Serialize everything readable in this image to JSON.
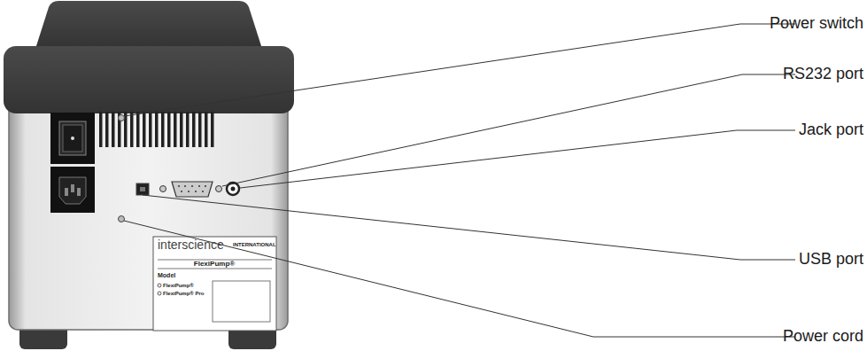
{
  "diagram": {
    "labels": [
      "Power switch",
      "RS232 port",
      "Jack port",
      "USB port",
      "Power cord",
      "interscience",
      "INTERNATIONAL",
      "FlexiPump®",
      "Model",
      "FlexiPump®",
      "FlexiPump® Pro"
    ]
  }
}
